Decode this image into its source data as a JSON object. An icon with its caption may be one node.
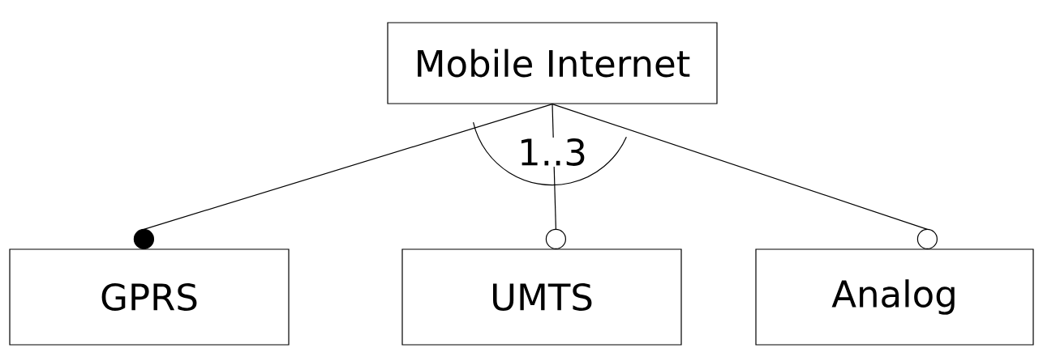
{
  "diagram": {
    "nodes": [
      {
        "text": [
          "Mobile Internet"
        ]
      },
      {
        "text": [
          "GPRS"
        ]
      },
      {
        "text": [
          "UMTS"
        ]
      },
      {
        "text": [
          "Analog"
        ]
      }
    ],
    "edges": [
      {
        "from": 0,
        "to": 1,
        "arrow": "other"
      },
      {
        "from": 0,
        "to": 2,
        "arrow": "other"
      },
      {
        "from": 0,
        "to": 3,
        "arrow": "other"
      }
    ],
    "labels": [
      "1..3"
    ]
  }
}
